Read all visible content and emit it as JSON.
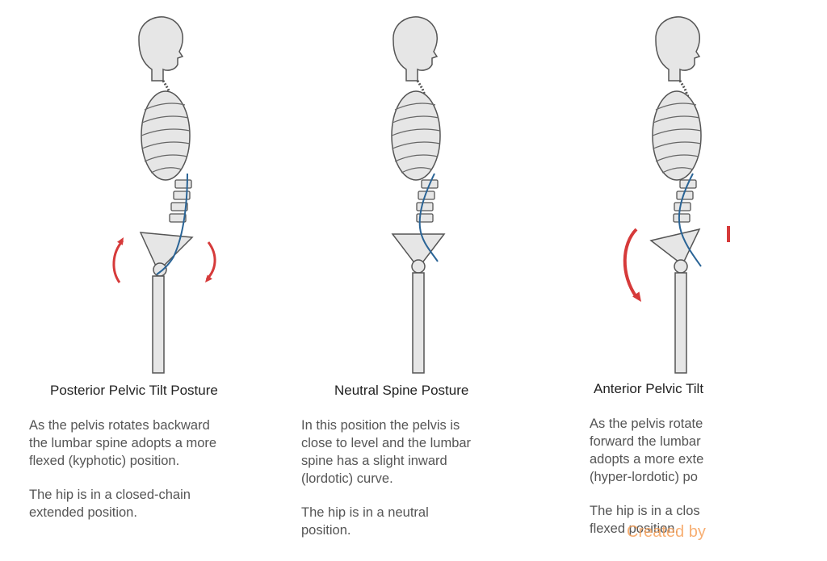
{
  "panels": [
    {
      "title": "Posterior Pelvic Tilt Posture",
      "desc1": [
        "As the pelvis rotates backward",
        "the lumbar spine adopts a more",
        "flexed (kyphotic) position."
      ],
      "desc2": [
        "The hip is in a closed-chain",
        "extended position."
      ]
    },
    {
      "title": "Neutral Spine Posture",
      "desc1": [
        "In this position the pelvis is",
        "close to level and the lumbar",
        "spine has a slight inward",
        "(lordotic) curve."
      ],
      "desc2": [
        "The hip is in a neutral",
        "position."
      ]
    },
    {
      "title": "Anterior Pelvic Tilt",
      "desc1": [
        "As the pelvis rotate",
        "forward the lumbar",
        "adopts a more exte",
        "(hyper-lordotic) po"
      ],
      "desc2": [
        "The hip is in a clos",
        "flexed position."
      ]
    }
  ],
  "watermark": "Created by",
  "colors": {
    "spine_curve": "#2a6496",
    "arrow": "#d63a3a",
    "bone_fill": "#e6e6e6",
    "outline": "#555555"
  },
  "icons": [
    "rotation-arrow-icon",
    "skeleton-figure"
  ]
}
